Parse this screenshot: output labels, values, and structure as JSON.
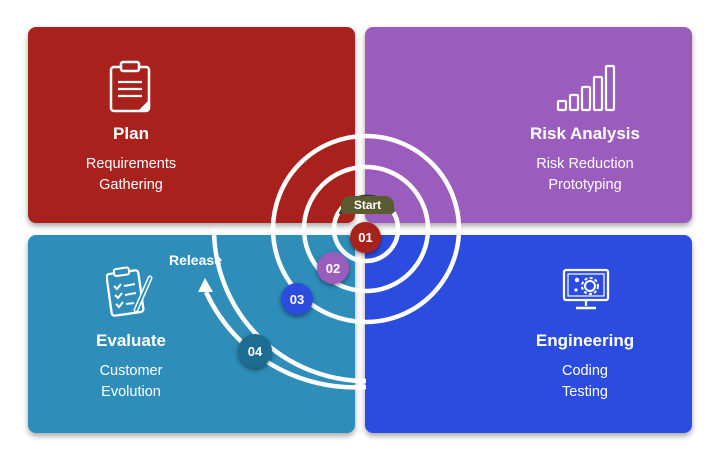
{
  "quadrants": {
    "plan": {
      "title": "Plan",
      "lines": [
        "Requirements",
        "Gathering"
      ],
      "color": "#a8211d"
    },
    "risk": {
      "title": "Risk Analysis",
      "lines": [
        "Risk Reduction",
        "Prototyping"
      ],
      "color": "#9b5dbd"
    },
    "evaluate": {
      "title": "Evaluate",
      "lines": [
        "Customer",
        "Evolution"
      ],
      "color": "#2e8db9"
    },
    "engineering": {
      "title": "Engineering",
      "lines": [
        "Coding",
        "Testing"
      ],
      "color": "#2c4ce0"
    }
  },
  "icons": {
    "plan": "clipboard-icon",
    "risk": "bar-chart-icon",
    "evaluate": "checklist-pencil-icon",
    "engineering": "monitor-gear-icon"
  },
  "spiral": {
    "start_label": "Start",
    "release_label": "Release",
    "steps": [
      "01",
      "02",
      "03",
      "04"
    ]
  }
}
